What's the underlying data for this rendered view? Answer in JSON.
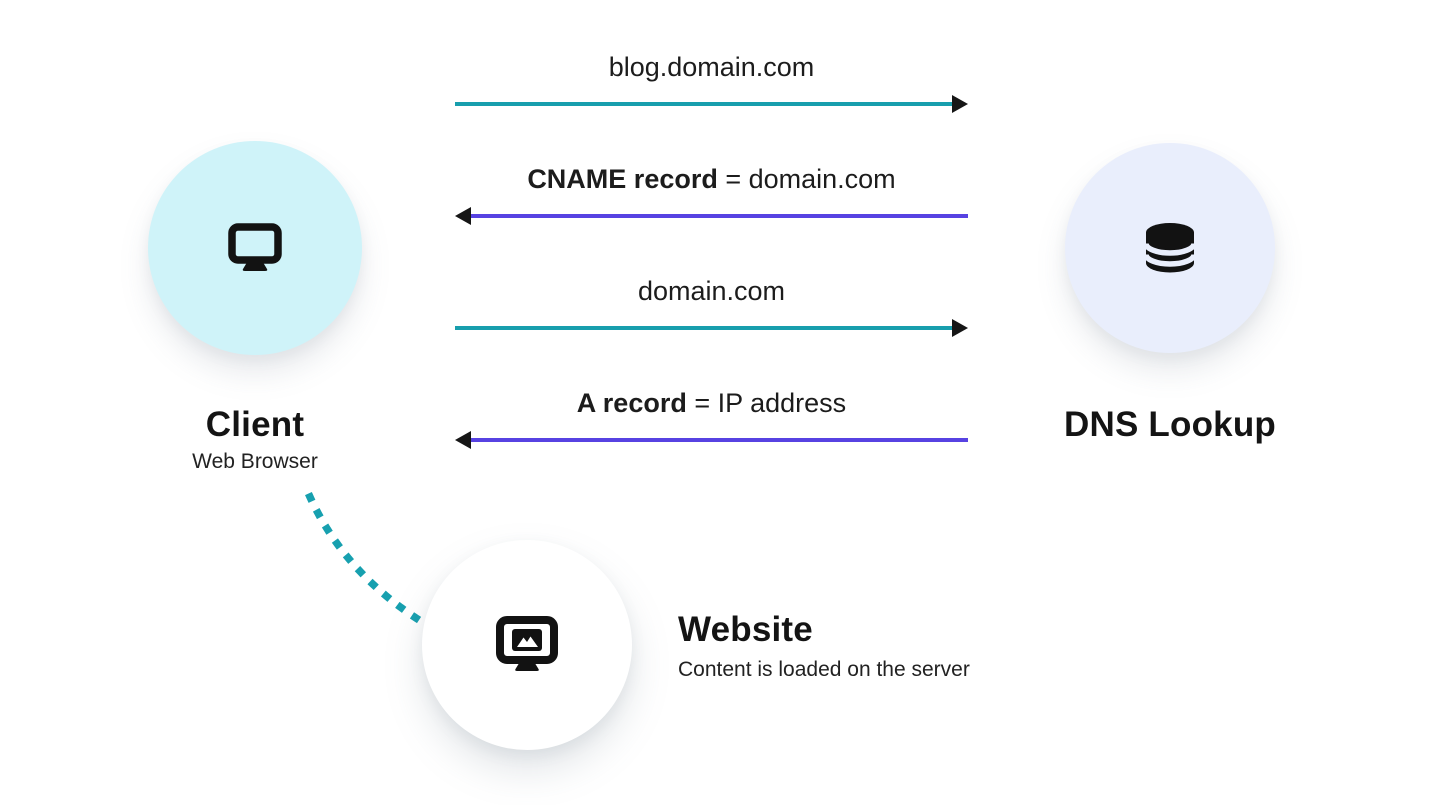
{
  "nodes": {
    "client": {
      "title": "Client",
      "subtitle": "Web Browser",
      "icon": "desktop-monitor-icon",
      "circle_color": "#cff3f9"
    },
    "dns": {
      "title": "DNS Lookup",
      "icon": "database-icon",
      "circle_color": "#e9eefc"
    },
    "website": {
      "title": "Website",
      "subtitle": "Content is loaded on the server",
      "icon": "monitor-image-icon",
      "circle_color": "#ffffff"
    }
  },
  "messages": [
    {
      "bold": "",
      "text": "blog.domain.com",
      "direction": "right",
      "from": "Client",
      "to": "DNS Lookup",
      "arrow_color": "#189ead"
    },
    {
      "bold": "CNAME record",
      "text": " = domain.com",
      "direction": "left",
      "from": "DNS Lookup",
      "to": "Client",
      "arrow_color": "#5742e2"
    },
    {
      "bold": "",
      "text": "domain.com",
      "direction": "right",
      "from": "Client",
      "to": "DNS Lookup",
      "arrow_color": "#189ead"
    },
    {
      "bold": "A record",
      "text": " = IP address",
      "direction": "left",
      "from": "DNS Lookup",
      "to": "Client",
      "arrow_color": "#5742e2"
    }
  ],
  "connections": [
    {
      "from": "Client",
      "to": "Website",
      "style": "dotted",
      "color": "#17a0af"
    }
  ],
  "colors": {
    "request_arrow": "#189ead",
    "response_arrow": "#5742e2",
    "dotted_link": "#17a0af",
    "text": "#161616",
    "client_circle": "#cff3f9",
    "dns_circle": "#e9eefc",
    "website_circle": "#ffffff"
  }
}
